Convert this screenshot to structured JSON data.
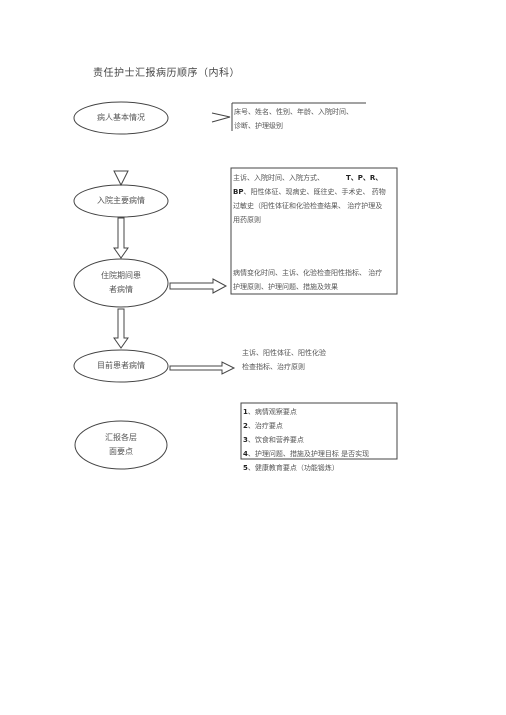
{
  "title": "责任护士汇报病历顺序（内科）",
  "steps": [
    {
      "label": "病人基本情况"
    },
    {
      "label": "入院主要病情"
    },
    {
      "label_line1": "住院期间患",
      "label_line2": "者病情"
    },
    {
      "label": "目前患者病情"
    },
    {
      "label_line1": "汇报各层",
      "label_line2": "面要点"
    }
  ],
  "box1": {
    "line1": "床号、姓名、性别、年龄、入院时间、",
    "line2": "诊断、护理级别"
  },
  "box2": {
    "line1": "主诉、入院时间、入院方式、",
    "tpr": "T、P、R、",
    "bp": "BP",
    "line2_rest": "、阳性体征、现病史、既往史、手术史、 药物",
    "line3": "过敏史（阳性体征和化验检查结果、 治疗护理及",
    "line4": "用药原则",
    "line5": "病情变化时间、主诉、化验检查阳性指标、 治疗",
    "line6": "护理原则、护理问题、措施及效果"
  },
  "box4": {
    "line1": "主诉、阳性体征、阳性化验",
    "line2": "检查指标、治疗原则"
  },
  "box5": {
    "items": [
      {
        "num": "1",
        "text": "、病情观察要点"
      },
      {
        "num": "2",
        "text": "、治疗要点"
      },
      {
        "num": "3",
        "text": "、饮食和营养要点"
      },
      {
        "num": "4",
        "text": "、护理问题、措施及护理目标 是否实现"
      },
      {
        "num": "5",
        "text": "、健康教育要点（功能锻炼）"
      }
    ]
  },
  "colors": {
    "line": "#444444",
    "text": "#555555"
  }
}
